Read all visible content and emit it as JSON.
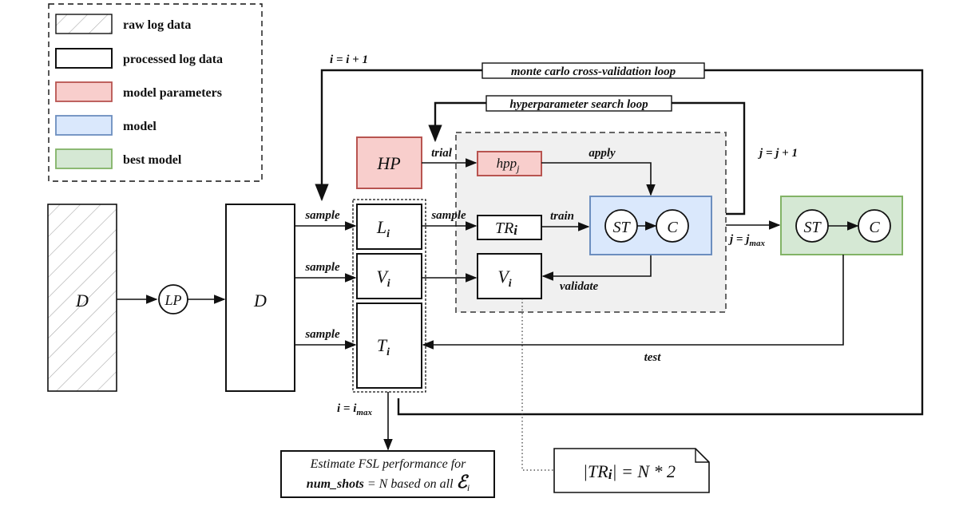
{
  "legend": {
    "items": [
      {
        "key": "raw",
        "label": "raw log data"
      },
      {
        "key": "processed",
        "label": "processed log data"
      },
      {
        "key": "params",
        "label": "model parameters"
      },
      {
        "key": "model",
        "label": "model"
      },
      {
        "key": "best",
        "label": "best model"
      }
    ]
  },
  "colors": {
    "params_fill": "#f8cecc",
    "params_stroke": "#b85450",
    "model_fill": "#dae8fc",
    "model_stroke": "#6c8ebf",
    "best_fill": "#d5e8d4",
    "best_stroke": "#82b366",
    "gray_fill": "#f0f0f0"
  },
  "nodes": {
    "raw_d": "D",
    "lp": "LP",
    "processed_d": "D",
    "hp": "HP",
    "hpp": "hpp",
    "hpp_sub": "j",
    "l": "L",
    "v": "V",
    "t": "T",
    "tr": "TR",
    "vv": "V",
    "idx_i": "i",
    "st": "ST",
    "c": "C",
    "st_best": "ST",
    "c_best": "C"
  },
  "edges": {
    "sample": "sample",
    "trial": "trial",
    "apply": "apply",
    "train": "train",
    "validate": "validate",
    "test": "test",
    "j_inc": "j = j + 1",
    "j_max": "j = j",
    "j_max_sub": "max",
    "i_inc": "i = i + 1",
    "i_max": "i = i",
    "i_max_sub": "max"
  },
  "loops": {
    "outer": "monte carlo cross-validation loop",
    "inner": "hyperparameter search loop"
  },
  "estimate": {
    "line1": "Estimate FSL performance for",
    "bold": "num_shots",
    "mid": " = N based on all ",
    "symbol": "ℰ",
    "sub": "i"
  },
  "note": {
    "lhs": "|TR",
    "sub": "i",
    "rhs": "| = N * 2"
  }
}
